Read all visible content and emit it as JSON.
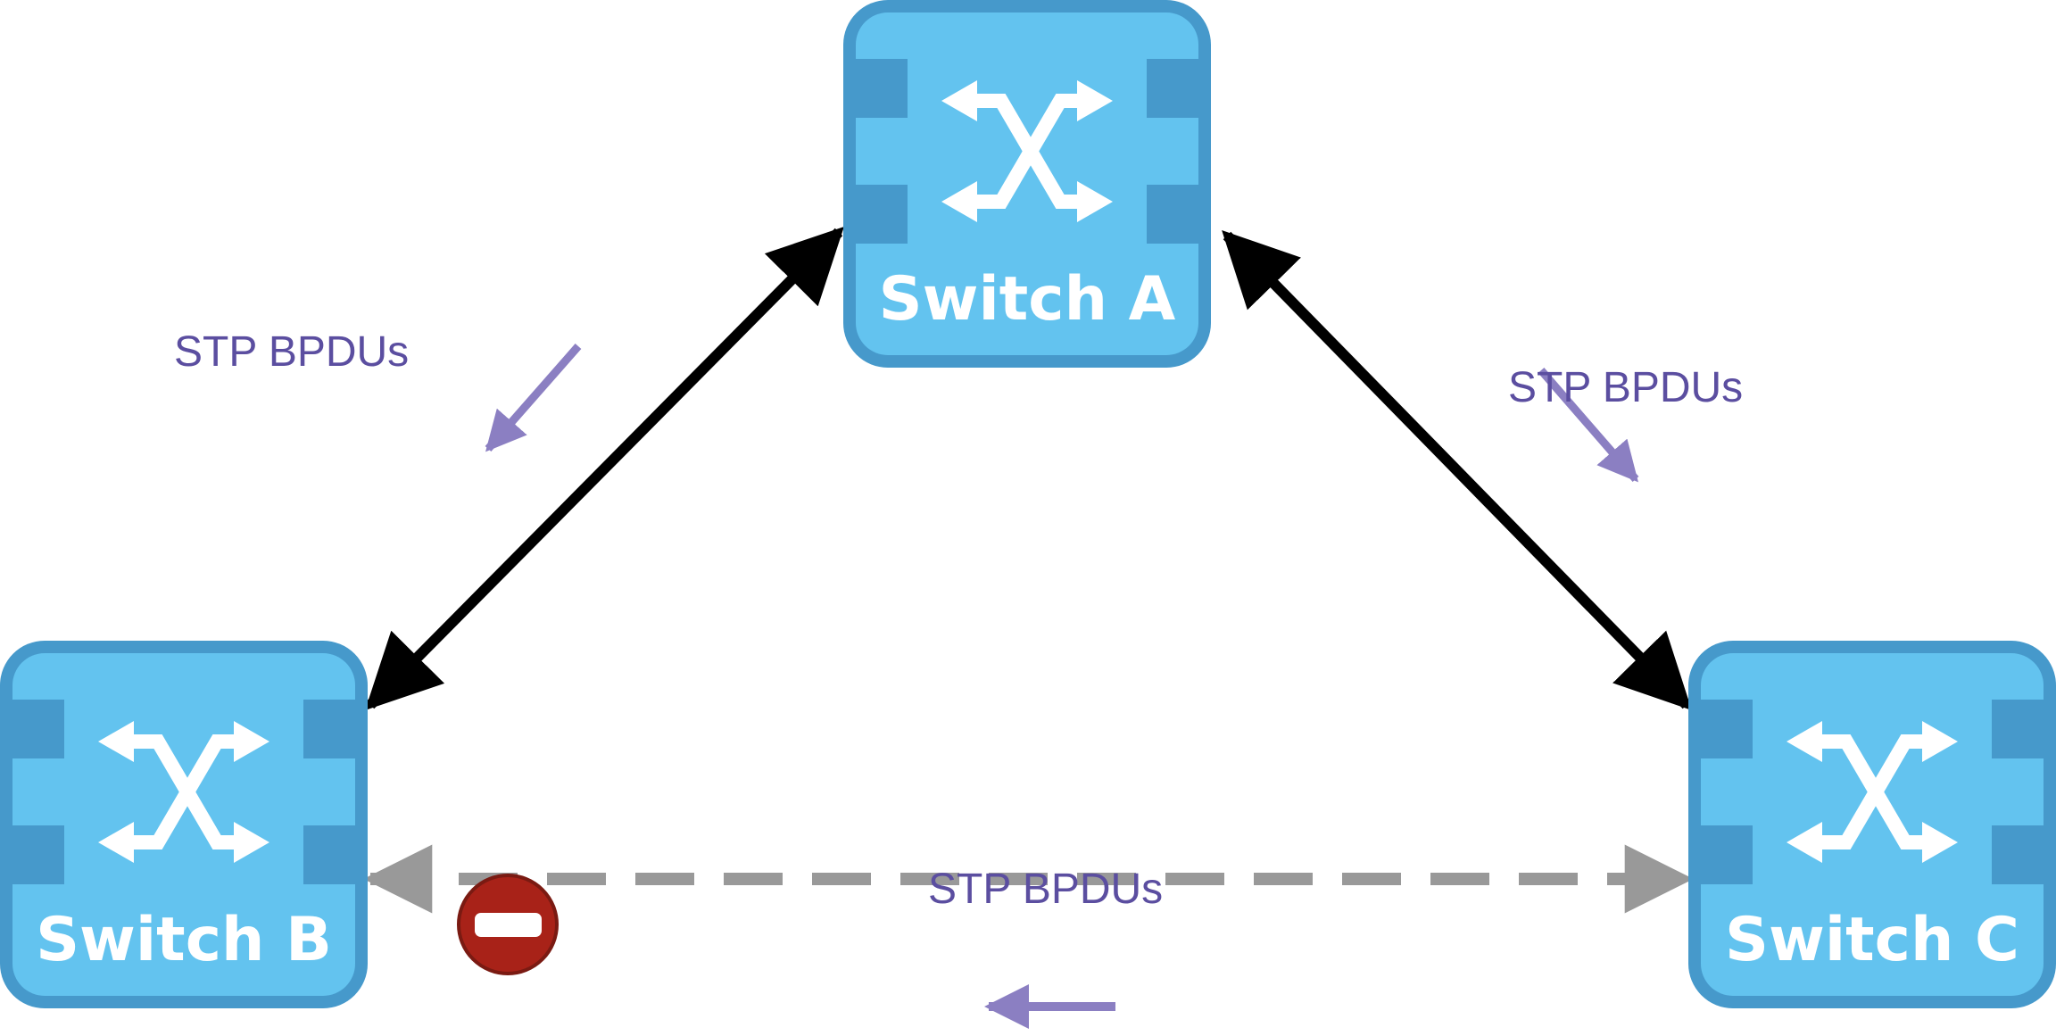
{
  "switches": [
    {
      "name": "Switch A"
    },
    {
      "name": "Switch B"
    },
    {
      "name": "Switch C"
    }
  ],
  "labels": {
    "bpdu_ab": "STP BPDUs",
    "bpdu_ac": "STP BPDUs",
    "bpdu_bc": "STP BPDUs"
  },
  "link_bc_state": "blocked",
  "colors": {
    "switch_fill": "#63c3ef",
    "switch_border": "#4699cb",
    "active_link": "#000000",
    "blocked_link": "#999999",
    "bpdu_arrow": "#8b7fc2",
    "bpdu_text": "#5b4ea0",
    "blocked_icon": "#a82218"
  }
}
